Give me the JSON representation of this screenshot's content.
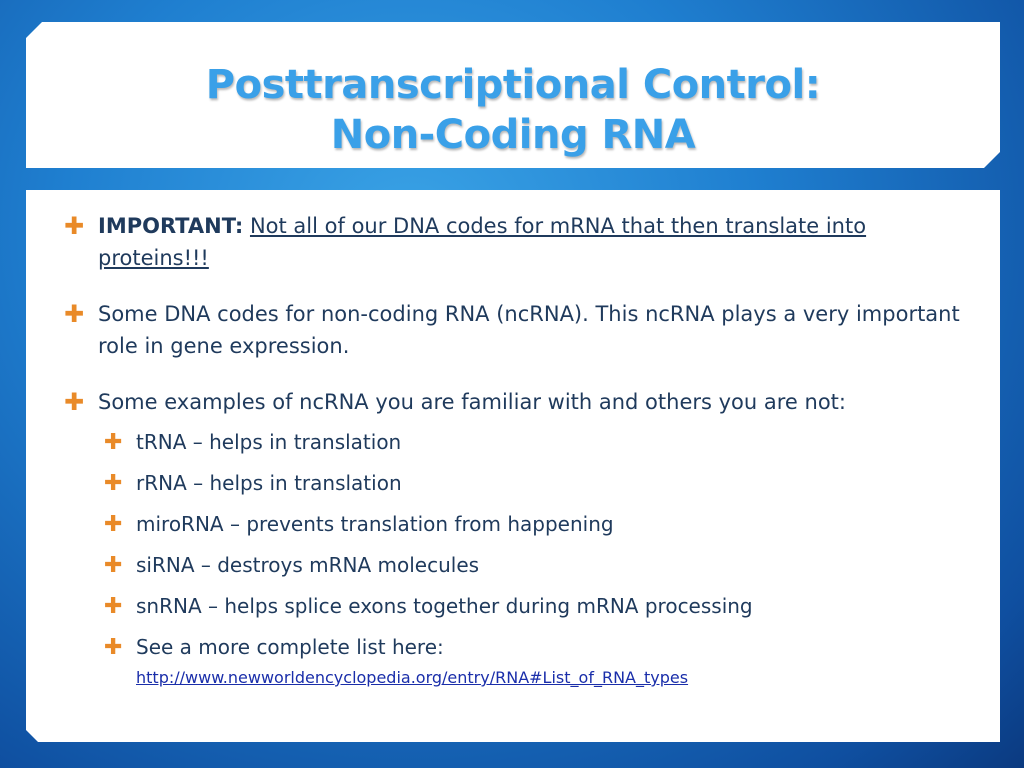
{
  "slide": {
    "title_line1": "Posttranscriptional Control:",
    "title_line2": "Non-Coding RNA"
  },
  "bullets": [
    {
      "bold": "IMPORTANT:",
      "text": "Not all of our DNA codes for mRNA that then translate into proteins!!!"
    },
    {
      "text": "Some DNA codes for non-coding RNA (ncRNA).  This ncRNA plays a very important role in gene expression."
    },
    {
      "text": "Some examples of ncRNA you are familiar with and others you are not:"
    }
  ],
  "sub_bullets": [
    "tRNA – helps in translation",
    "rRNA – helps in translation",
    "miroRNA – prevents translation from happening",
    "siRNA – destroys mRNA molecules",
    "snRNA – helps splice exons together during mRNA processing",
    "See a more complete list here:"
  ],
  "link": "http://www.newworldencyclopedia.org/entry/RNA#List_of_RNA_types",
  "icons": {
    "bullet": "plus-icon"
  },
  "colors": {
    "title": "#3aa0e8",
    "bullet": "#e98a28",
    "text": "#1f3a5c",
    "link": "#1a2eaa",
    "background": "#1f7fd0"
  }
}
